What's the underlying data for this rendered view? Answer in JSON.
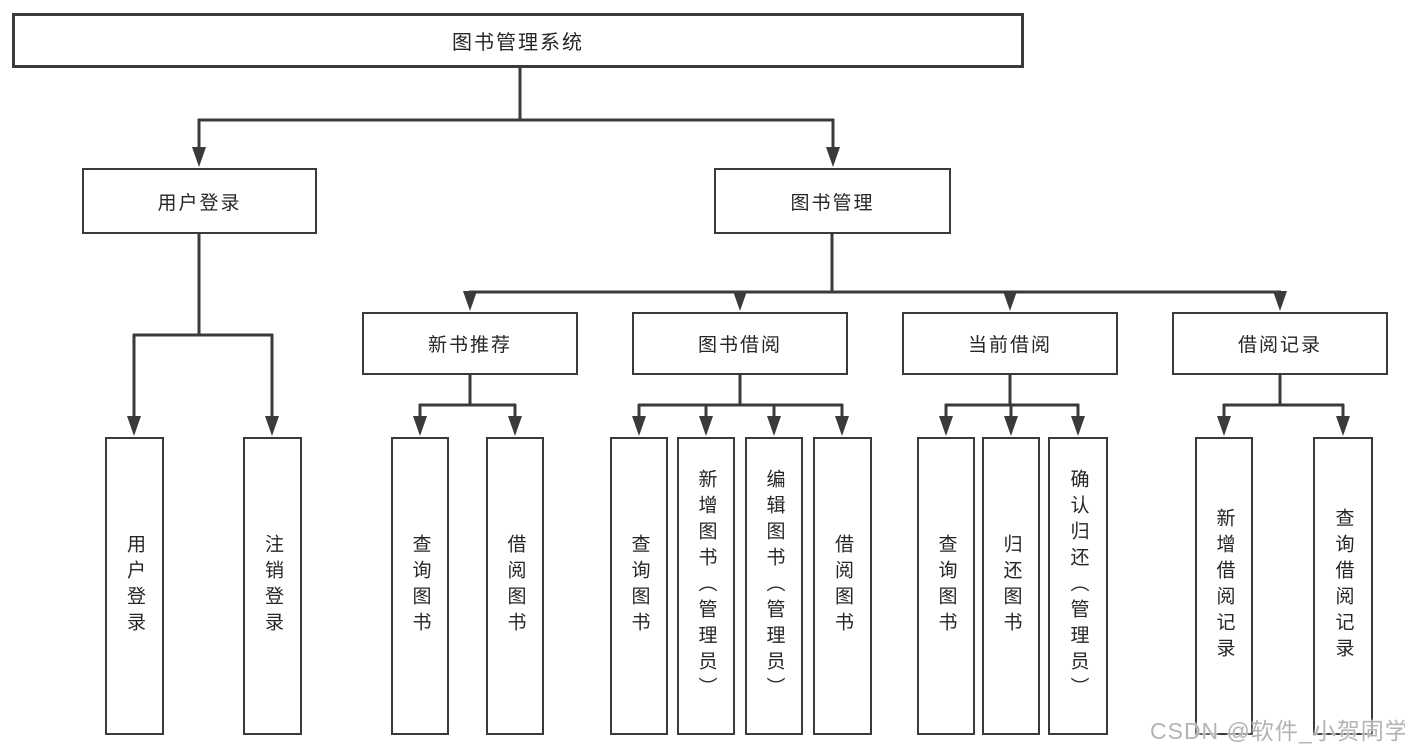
{
  "tree": {
    "root": "图书管理系统",
    "branches": [
      {
        "label": "用户登录",
        "children": [
          "用户登录",
          "注销登录"
        ]
      },
      {
        "label": "图书管理",
        "sections": [
          {
            "label": "新书推荐",
            "children": [
              "查询图书",
              "借阅图书"
            ]
          },
          {
            "label": "图书借阅",
            "children": [
              "查询图书",
              "新增图书（管理员）",
              "编辑图书（管理员）",
              "借阅图书"
            ]
          },
          {
            "label": "当前借阅",
            "children": [
              "查询图书",
              "归还图书",
              "确认归还（管理员）"
            ]
          },
          {
            "label": "借阅记录",
            "children": [
              "新增借阅记录",
              "查询借阅记录"
            ]
          }
        ]
      }
    ]
  },
  "watermark": "CSDN @软件_小贺同学",
  "colors": {
    "line": "#3a3a3a",
    "box_border": "#3a3a3a",
    "text": "#262626",
    "watermark": "#b4b4b4",
    "background": "#ffffff"
  }
}
